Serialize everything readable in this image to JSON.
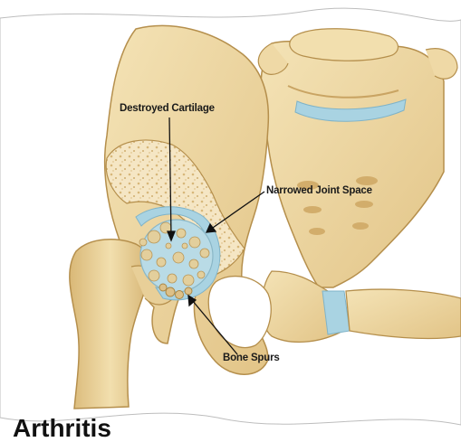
{
  "labels": {
    "destroyed_cartilage": "Destroyed Cartilage",
    "narrowed_joint_space": "Narrowed Joint Space",
    "bone_spurs": "Bone Spurs"
  },
  "caption": "Arthritis",
  "colors": {
    "bone": "#efd9a6",
    "bone_shadow": "#d9b978",
    "bone_edge": "#b58f4c",
    "spongy": "#f5e6c4",
    "cartilage": "#a9d3e2",
    "damaged": "#d8c79a",
    "page_edge": "#bbbbbb"
  }
}
